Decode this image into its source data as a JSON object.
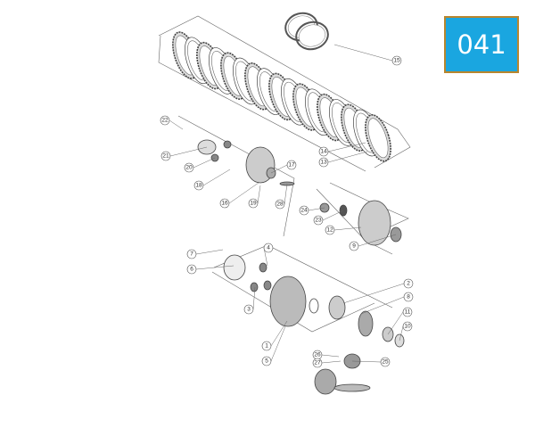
{
  "page_badge": {
    "label": "041",
    "background": "#1aa6e0",
    "border": "#b8862e"
  },
  "callouts": [
    "15",
    "22",
    "21",
    "20",
    "18",
    "16",
    "19",
    "28",
    "17",
    "14",
    "13",
    "24",
    "23",
    "12",
    "9",
    "7",
    "6",
    "4",
    "3",
    "1",
    "5",
    "2",
    "8",
    "11",
    "10",
    "26",
    "27",
    "25"
  ]
}
